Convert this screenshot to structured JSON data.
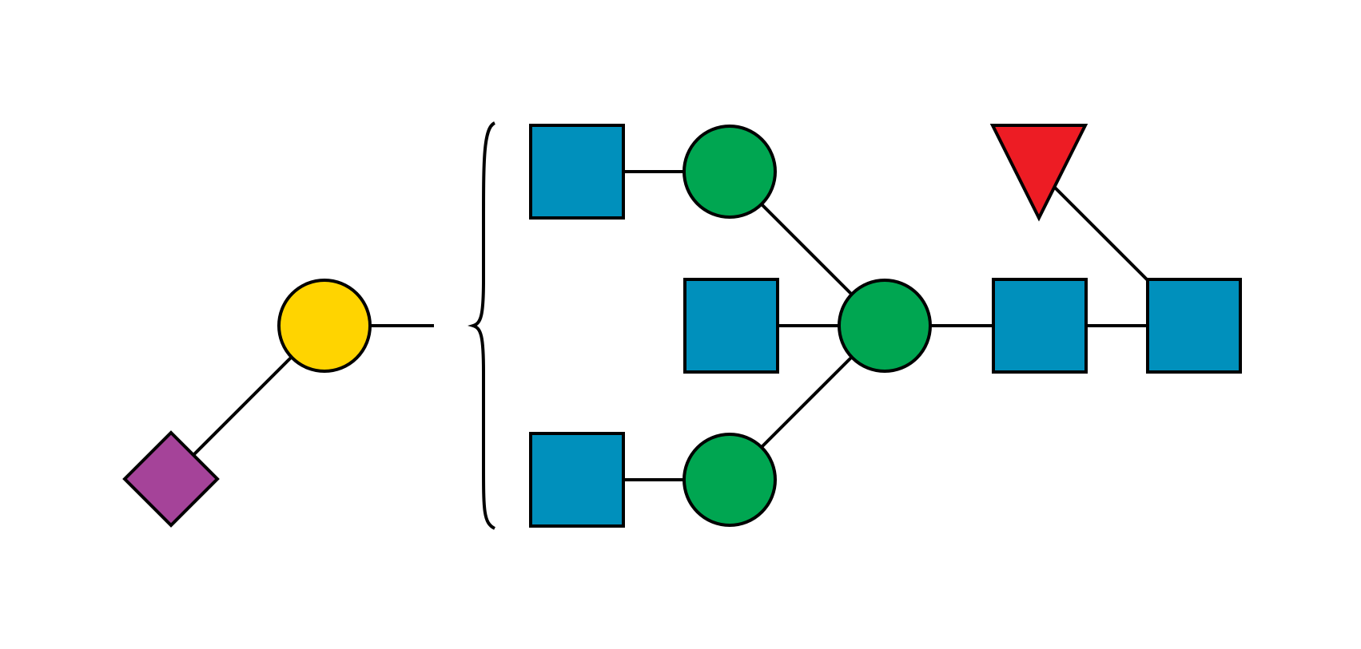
{
  "colors": {
    "background": "#ffffff",
    "line": "#000000",
    "glcnac": "#0090bc",
    "mannose": "#00a651",
    "galactose": "#ffd400",
    "neuac": "#a54399",
    "fucose": "#ed1c24"
  },
  "structure": {
    "antenna": [
      {
        "id": "neuac",
        "symbol": "diamond",
        "color_key": "neuac"
      },
      {
        "id": "gal",
        "symbol": "circle",
        "color_key": "galactose"
      }
    ],
    "core": [
      {
        "id": "glcnac-top",
        "symbol": "square",
        "color_key": "glcnac"
      },
      {
        "id": "man-top",
        "symbol": "circle",
        "color_key": "mannose"
      },
      {
        "id": "glcnac-bisect",
        "symbol": "square",
        "color_key": "glcnac"
      },
      {
        "id": "man-center",
        "symbol": "circle",
        "color_key": "mannose"
      },
      {
        "id": "glcnac-bottom",
        "symbol": "square",
        "color_key": "glcnac"
      },
      {
        "id": "man-bottom",
        "symbol": "circle",
        "color_key": "mannose"
      },
      {
        "id": "glcnac-core-1",
        "symbol": "square",
        "color_key": "glcnac"
      },
      {
        "id": "glcnac-core-2",
        "symbol": "square",
        "color_key": "glcnac"
      },
      {
        "id": "fuc",
        "symbol": "triangle",
        "color_key": "fucose"
      }
    ],
    "links": [
      [
        "neuac",
        "gal"
      ],
      [
        "gal",
        "brace"
      ],
      [
        "glcnac-top",
        "man-top"
      ],
      [
        "man-top",
        "man-center"
      ],
      [
        "glcnac-bisect",
        "man-center"
      ],
      [
        "glcnac-bottom",
        "man-bottom"
      ],
      [
        "man-bottom",
        "man-center"
      ],
      [
        "man-center",
        "glcnac-core-1"
      ],
      [
        "glcnac-core-1",
        "glcnac-core-2"
      ],
      [
        "fuc",
        "glcnac-core-2"
      ]
    ]
  }
}
